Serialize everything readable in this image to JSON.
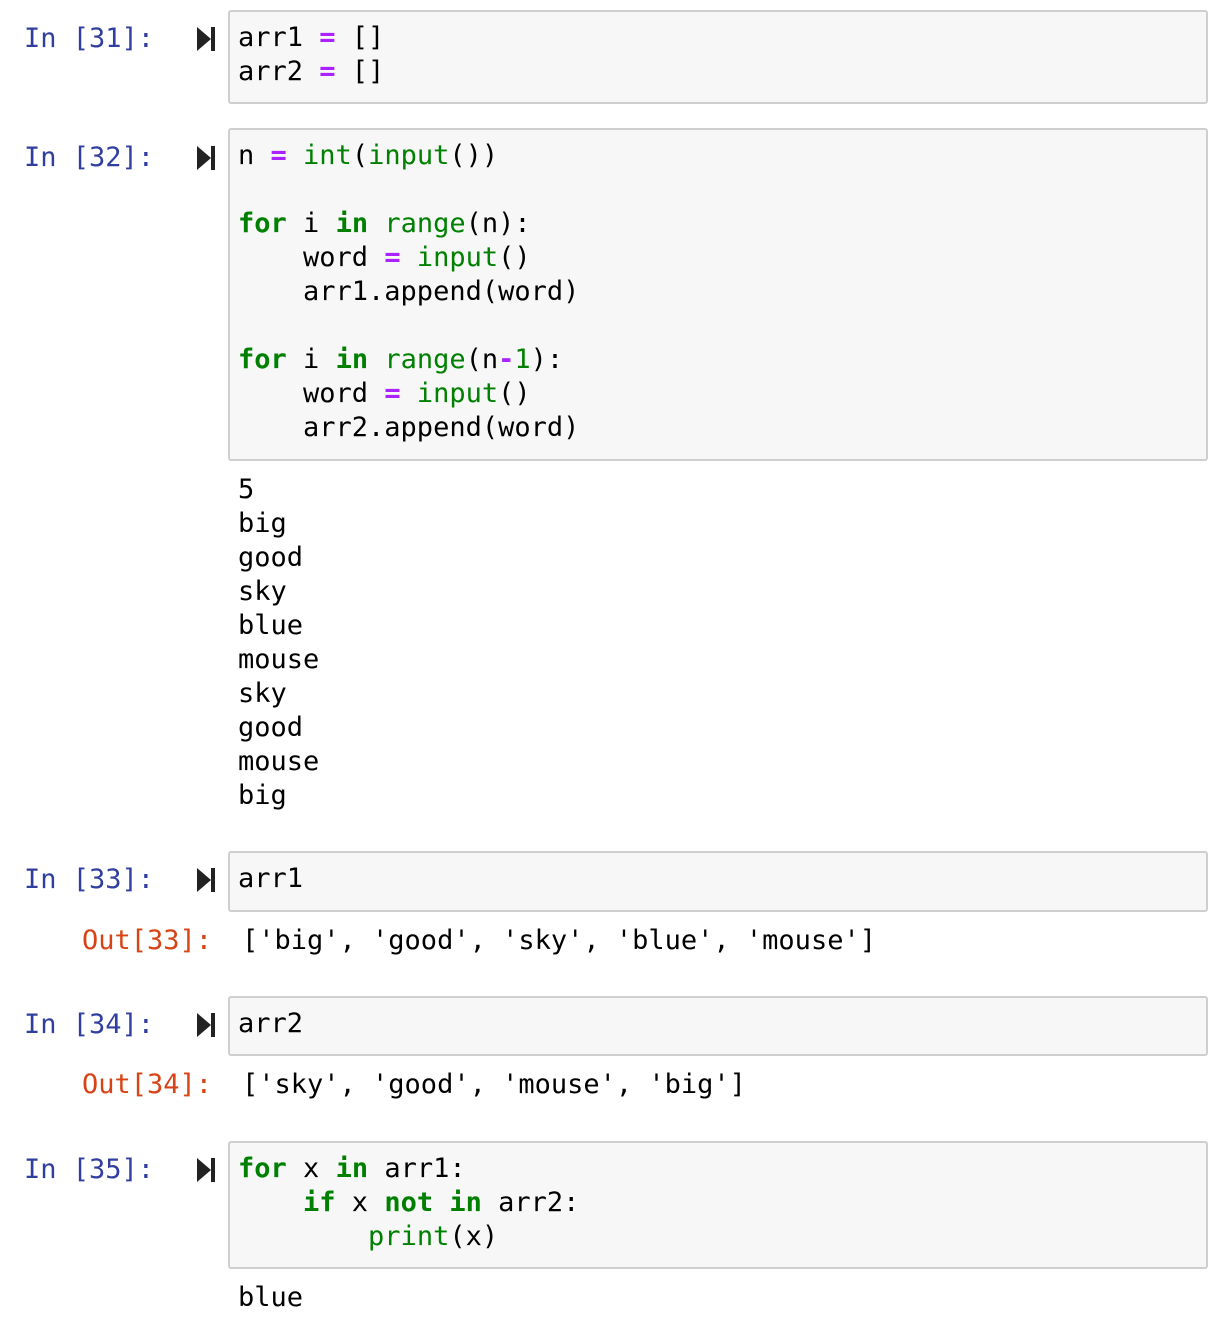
{
  "cells": [
    {
      "prompt": "In [31]:",
      "code_lines": [
        "arr1 = []",
        "arr2 = []"
      ]
    },
    {
      "prompt": "In [32]:",
      "code_lines": [
        "n = int(input())",
        "",
        "for i in range(n):",
        "    word = input()",
        "    arr1.append(word)",
        "",
        "for i in range(n-1):",
        "    word = input()",
        "    arr2.append(word)"
      ],
      "stream_output": "5\nbig\ngood\nsky\nblue\nmouse\nsky\ngood\nmouse\nbig"
    },
    {
      "prompt": "In [33]:",
      "code_lines": [
        "arr1"
      ],
      "out_prompt": "Out[33]:",
      "out_value": "['big', 'good', 'sky', 'blue', 'mouse']"
    },
    {
      "prompt": "In [34]:",
      "code_lines": [
        "arr2"
      ],
      "out_prompt": "Out[34]:",
      "out_value": "['sky', 'good', 'mouse', 'big']"
    },
    {
      "prompt": "In [35]:",
      "code_lines": [
        "for x in arr1:",
        "    if x not in arr2:",
        "        print(x)"
      ],
      "stream_output": "blue"
    }
  ],
  "icons": {
    "run": "run-cell-icon"
  },
  "colors": {
    "in_prompt": "#303f9f",
    "out_prompt": "#d84315",
    "keyword": "#008000",
    "operator": "#aa22ff",
    "input_bg": "#f7f7f7",
    "input_border": "#cfcfcf"
  }
}
